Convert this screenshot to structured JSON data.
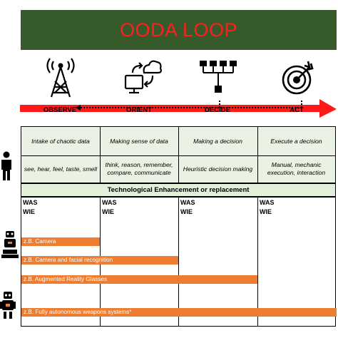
{
  "title": "OODA LOOP",
  "colors": {
    "title_bg": "#375a2b",
    "title_text": "#ff1e1e",
    "arrow": "#ff1a1a",
    "cell_bg": "#eaf3e3",
    "bar": "#ed7d31"
  },
  "stages": [
    {
      "label": "OBSERVE",
      "icon": "radio-tower-icon",
      "purpose": "Intake of chaotic data",
      "activities": "see, hear, feel, taste, smell"
    },
    {
      "label": "ORIENT",
      "icon": "cloud-computer-icon",
      "purpose": "Making sense of  data",
      "activities": "think, reason, remember, compare, communicate"
    },
    {
      "label": "DECIDE",
      "icon": "flowchart-icon",
      "purpose": "Making a decision",
      "activities": "Heuristic decision making"
    },
    {
      "label": "ACT",
      "icon": "target-icon",
      "purpose": "Execute a decision",
      "activities": "Manual, mechanic execution, interaction"
    }
  ],
  "tech_header": "Technological Enhancement or replacement",
  "was_label": "WAS",
  "wie_label": "WIE",
  "bars": [
    {
      "text": "z.B. Camera",
      "span": 1
    },
    {
      "text": "z.B. Camera and facial recognition",
      "span": 2
    },
    {
      "text": "z.B. Augmented Reality Glasses",
      "span": 3
    },
    {
      "text": "z.B. Fully autonomous weapons systems*",
      "span": 4
    }
  ],
  "side_icons": [
    "person-icon",
    "robot-arm-icon",
    "robot-icon"
  ]
}
